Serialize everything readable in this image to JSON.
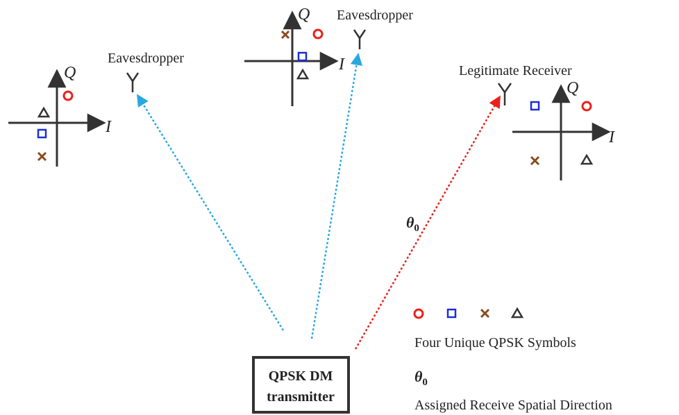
{
  "transmitter": {
    "line1": "QPSK DM",
    "line2": "transmitter"
  },
  "receivers": [
    {
      "label": "Eavesdropper"
    },
    {
      "label": "Eavesdropper"
    },
    {
      "label": "Legitimate Receiver"
    }
  ],
  "axes": {
    "i_label": "I",
    "q_label": "Q"
  },
  "angle": {
    "symbol": "θ",
    "subscript": "0"
  },
  "legend": {
    "symbols_caption": "Four Unique QPSK Symbols",
    "direction_caption": "Assigned Receive Spatial Direction"
  },
  "colors": {
    "circle": "#e8221b",
    "square": "#1a2ed6",
    "cross": "#8b4a1e",
    "triangle": "#333333",
    "eavesdropper_path": "#29a8e0",
    "legitimate_path": "#e8221b",
    "axis": "#333333"
  }
}
